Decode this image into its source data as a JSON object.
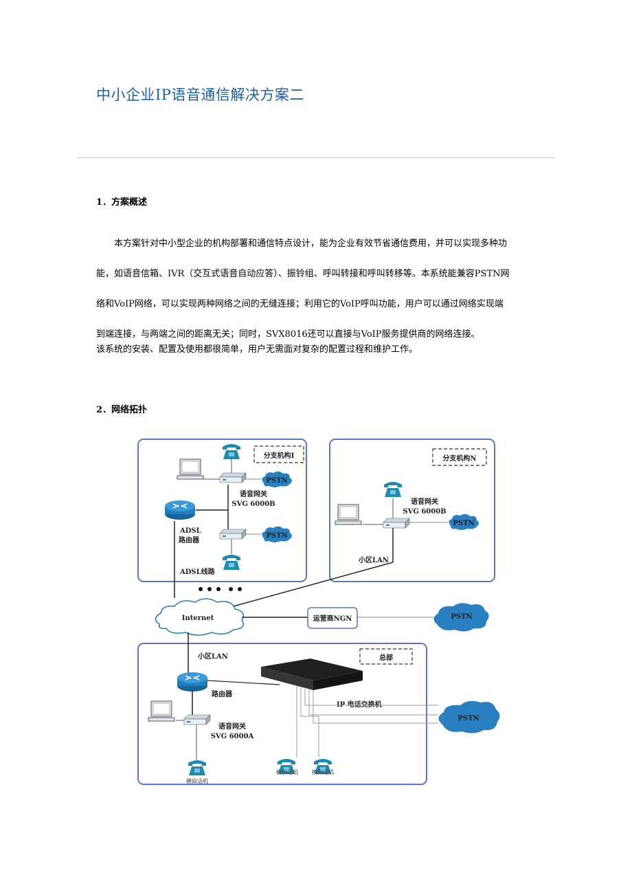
{
  "doc": {
    "title": "中小企业IP语音通信解决方案二",
    "section1": {
      "heading": "1．方案概述",
      "lines": [
        "本方案针对中小型企业的机构部署和通信特点设计，能为企业有效节省通信费用，并可以实现多种功",
        "能，如语音信箱、IVR（交互式语音自动应答）、振铃组、呼叫转接和呼叫转移等。本系统能兼容PSTN网",
        "络和VoIP网络，可以实现两种网络之间的无缝连接；利用它的VoIP呼叫功能，用户可以通过网络实现端",
        "到端连接，与两端之间的距离无关；同时，SVX8016还可以直接与VoIP服务提供商的网络连接。",
        "该系统的安装、配置及使用都很简单，用户无需面对复杂的配置过程和维护工作。"
      ]
    },
    "section2": {
      "heading": "2．网络拓扑"
    }
  },
  "diagram": {
    "branch1_label": "分支机构I",
    "branchN_label": "分支机构N",
    "hq_label": "总部",
    "gateway_label": "语音网关",
    "svg6000b_1": "SVG 6000B",
    "svg6000b_2": "SVG 6000B",
    "gateway_label_n": "语音网关",
    "gateway_label_hq": "语音网关",
    "svg6000a": "SVG 6000A",
    "adsl": "ADSL",
    "router_branch": "路由器",
    "adsl_line": "ADSL线路",
    "lan_n": "小区LAN",
    "lan_hq": "小区LAN",
    "internet": "Internet",
    "ngn": "运营商NGN",
    "router_hq": "路由器",
    "ip_pbx": "IP 电话交换机",
    "pstn": "PSTN",
    "phone1": "模拟话机",
    "phone2": "模拟话机",
    "phone3": "模拟话机",
    "colors": {
      "frame": "#5b78c8",
      "cloud": "#2a7fc0",
      "phone": "#1e8ab0",
      "router": "#1f7fbd"
    }
  }
}
